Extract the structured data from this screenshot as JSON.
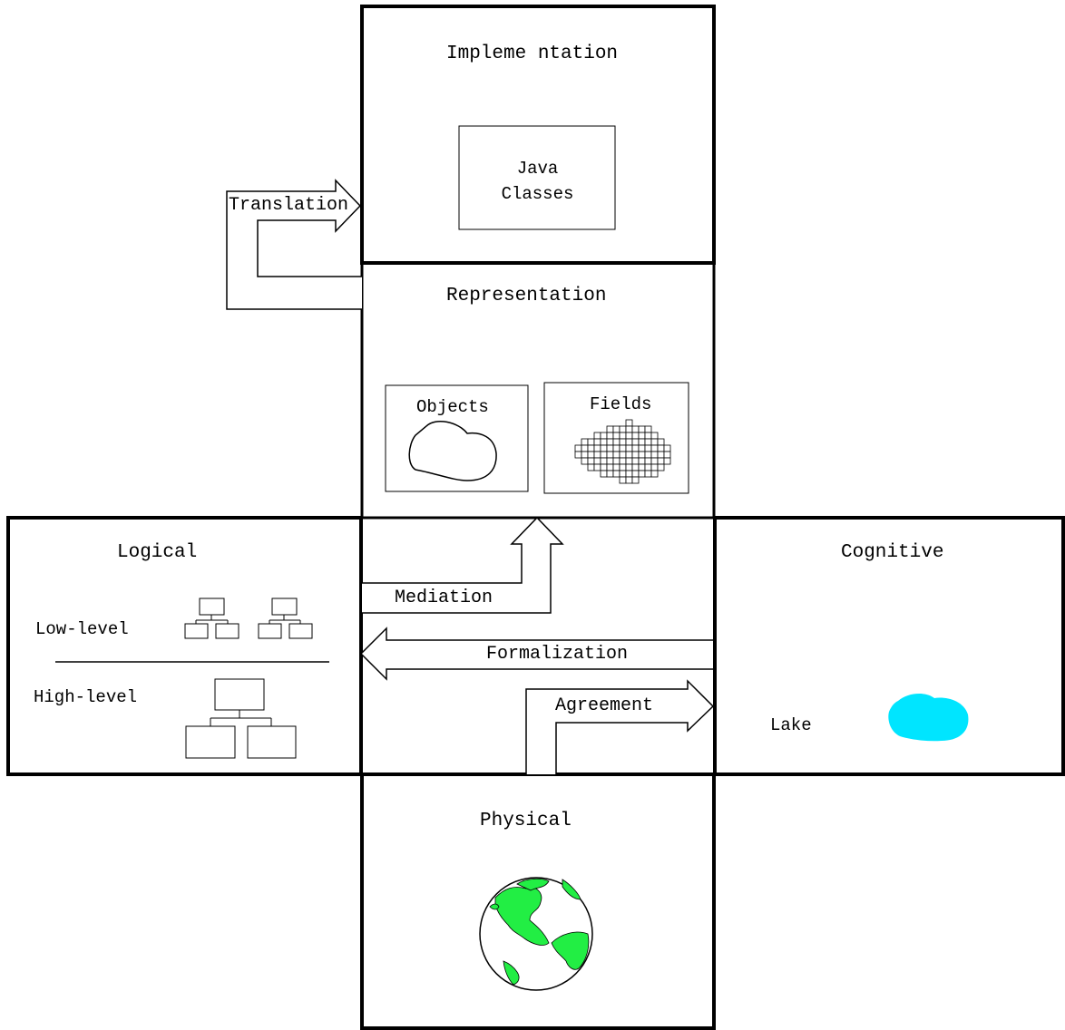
{
  "panels": {
    "implementation": {
      "title": "Impleme ntation",
      "java_label": "Java Classes"
    },
    "representation": {
      "title": "Representation",
      "objects_label": "Objects",
      "fields_label": "Fields"
    },
    "logical": {
      "title": "Logical",
      "low_level": "Low-level",
      "high_level": "High-level"
    },
    "cognitive": {
      "title": "Cognitive",
      "lake_label": "Lake"
    },
    "physical": {
      "title": "Physical"
    }
  },
  "arrows": {
    "translation": "Translation",
    "mediation": "Mediation",
    "formalization": "Formalization",
    "agreement": "Agreement"
  },
  "colors": {
    "line": "#000000",
    "lake": "#00e5ff",
    "land": "#22ee44",
    "background": "#ffffff"
  }
}
